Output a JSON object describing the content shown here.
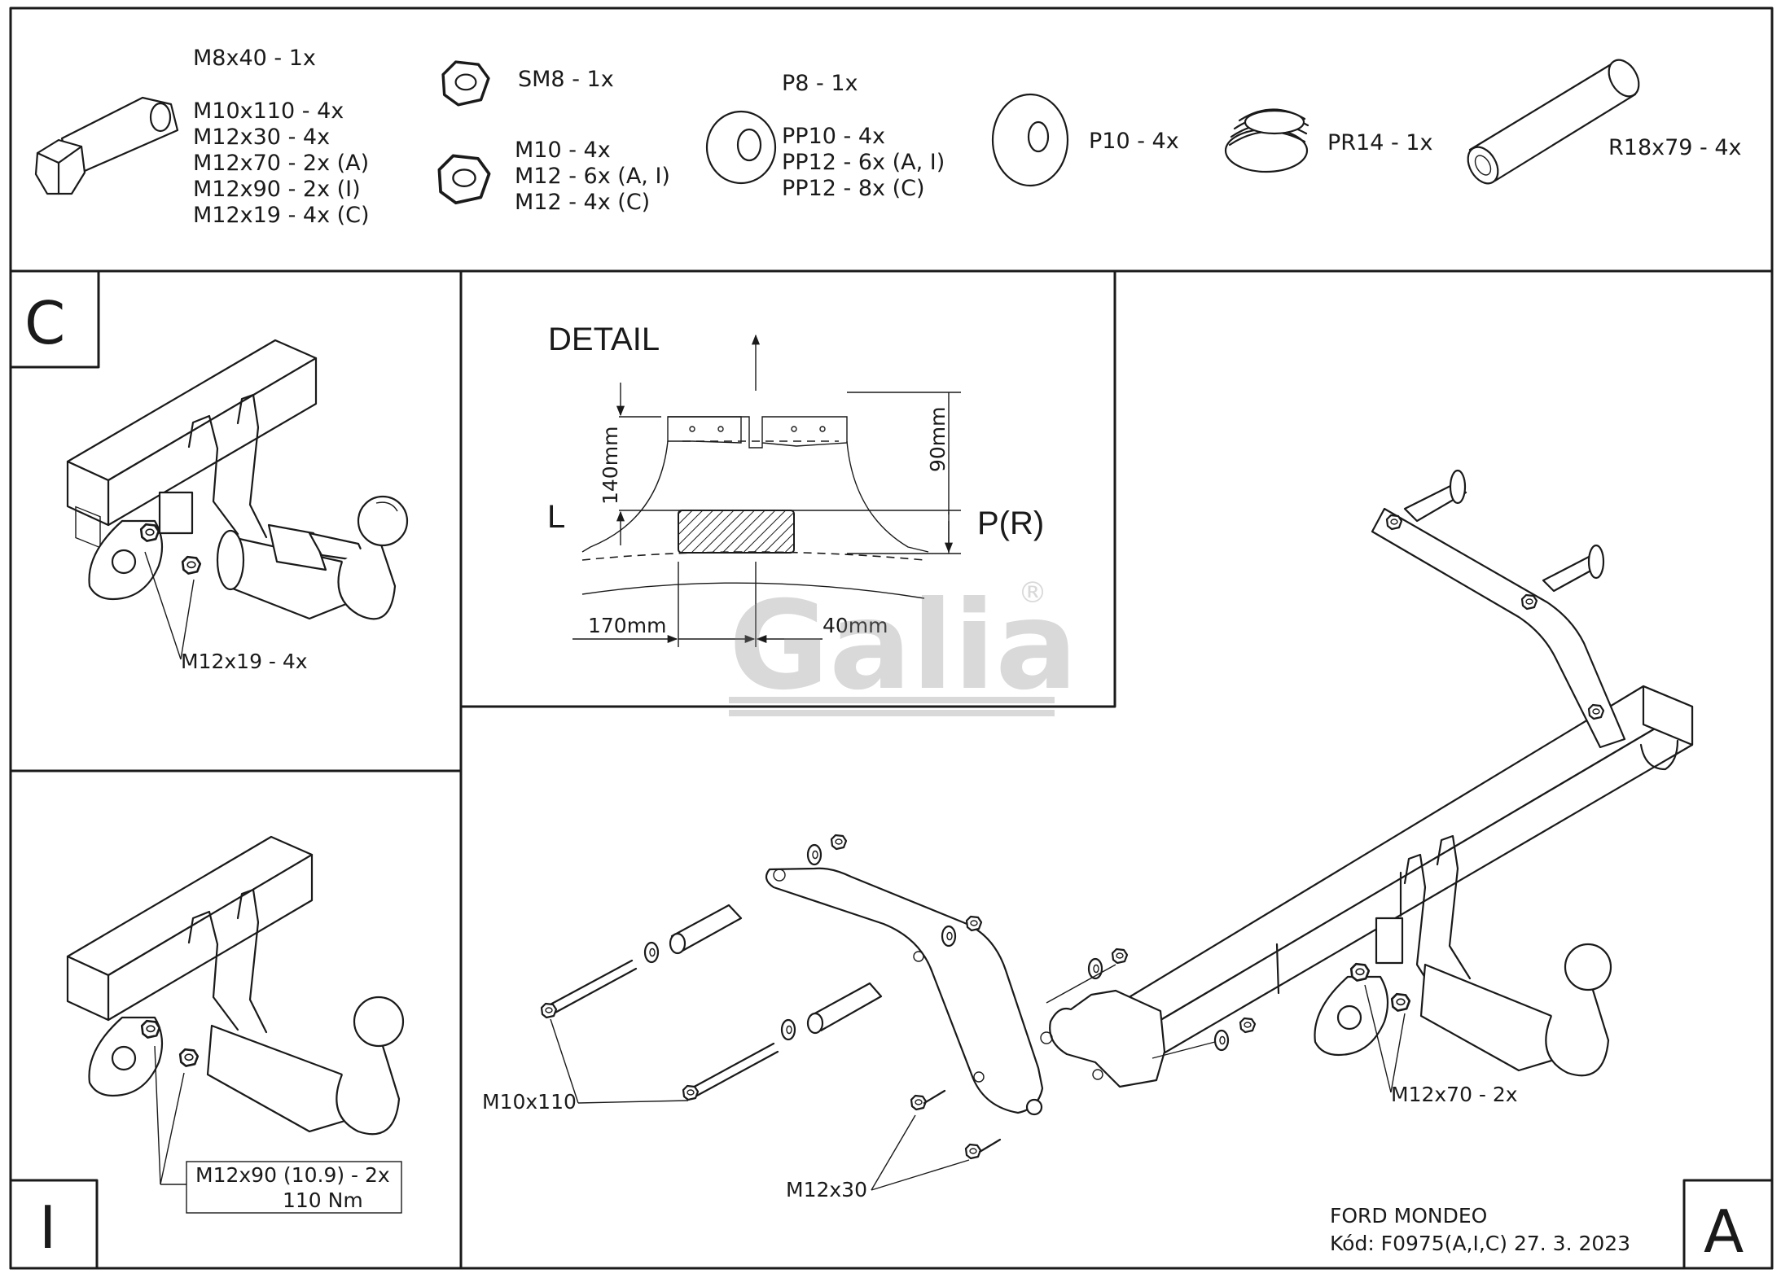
{
  "parts": {
    "bolt_group": [
      "M8x40 - 1x",
      "M10x110 - 4x",
      "M12x30 - 4x",
      "M12x70 - 2x (A)",
      "M12x90 - 2x (I)",
      "M12x19 - 4x (C)"
    ],
    "self_locking_nut": "SM8 - 1x",
    "nut_group": [
      "M10 - 4x",
      "M12 - 6x (A, I)",
      "M12 - 4x (C)"
    ],
    "washer_group": [
      "P8 - 1x",
      "PP10 - 4x",
      "PP12 - 6x (A, I)",
      "PP12 - 8x (C)"
    ],
    "large_washer": "P10 - 4x",
    "spring_washer": "PR14 - 1x",
    "spacer_tube": "R18x79 - 4x"
  },
  "panel_c": {
    "letter": "C",
    "callout": "M12x19 - 4x"
  },
  "panel_i": {
    "letter": "I",
    "callout_line1": "M12x90 (10.9) - 2x",
    "callout_line2": "110 Nm"
  },
  "detail": {
    "title": "DETAIL",
    "left_label": "L",
    "right_label": "P(R)",
    "dim_140": "140mm",
    "dim_90": "90mm",
    "dim_170": "170mm",
    "dim_40": "40mm"
  },
  "watermark": {
    "brand": "Galia",
    "mark": "®"
  },
  "panel_a": {
    "letter": "A",
    "callout_m10": "M10x110",
    "callout_m12x30": "M12x30",
    "callout_m12x70": "M12x70 - 2x"
  },
  "title_block": {
    "model": "FORD MONDEO",
    "code": "Kód: F0975(A,I,C)  27. 3. 2023"
  }
}
